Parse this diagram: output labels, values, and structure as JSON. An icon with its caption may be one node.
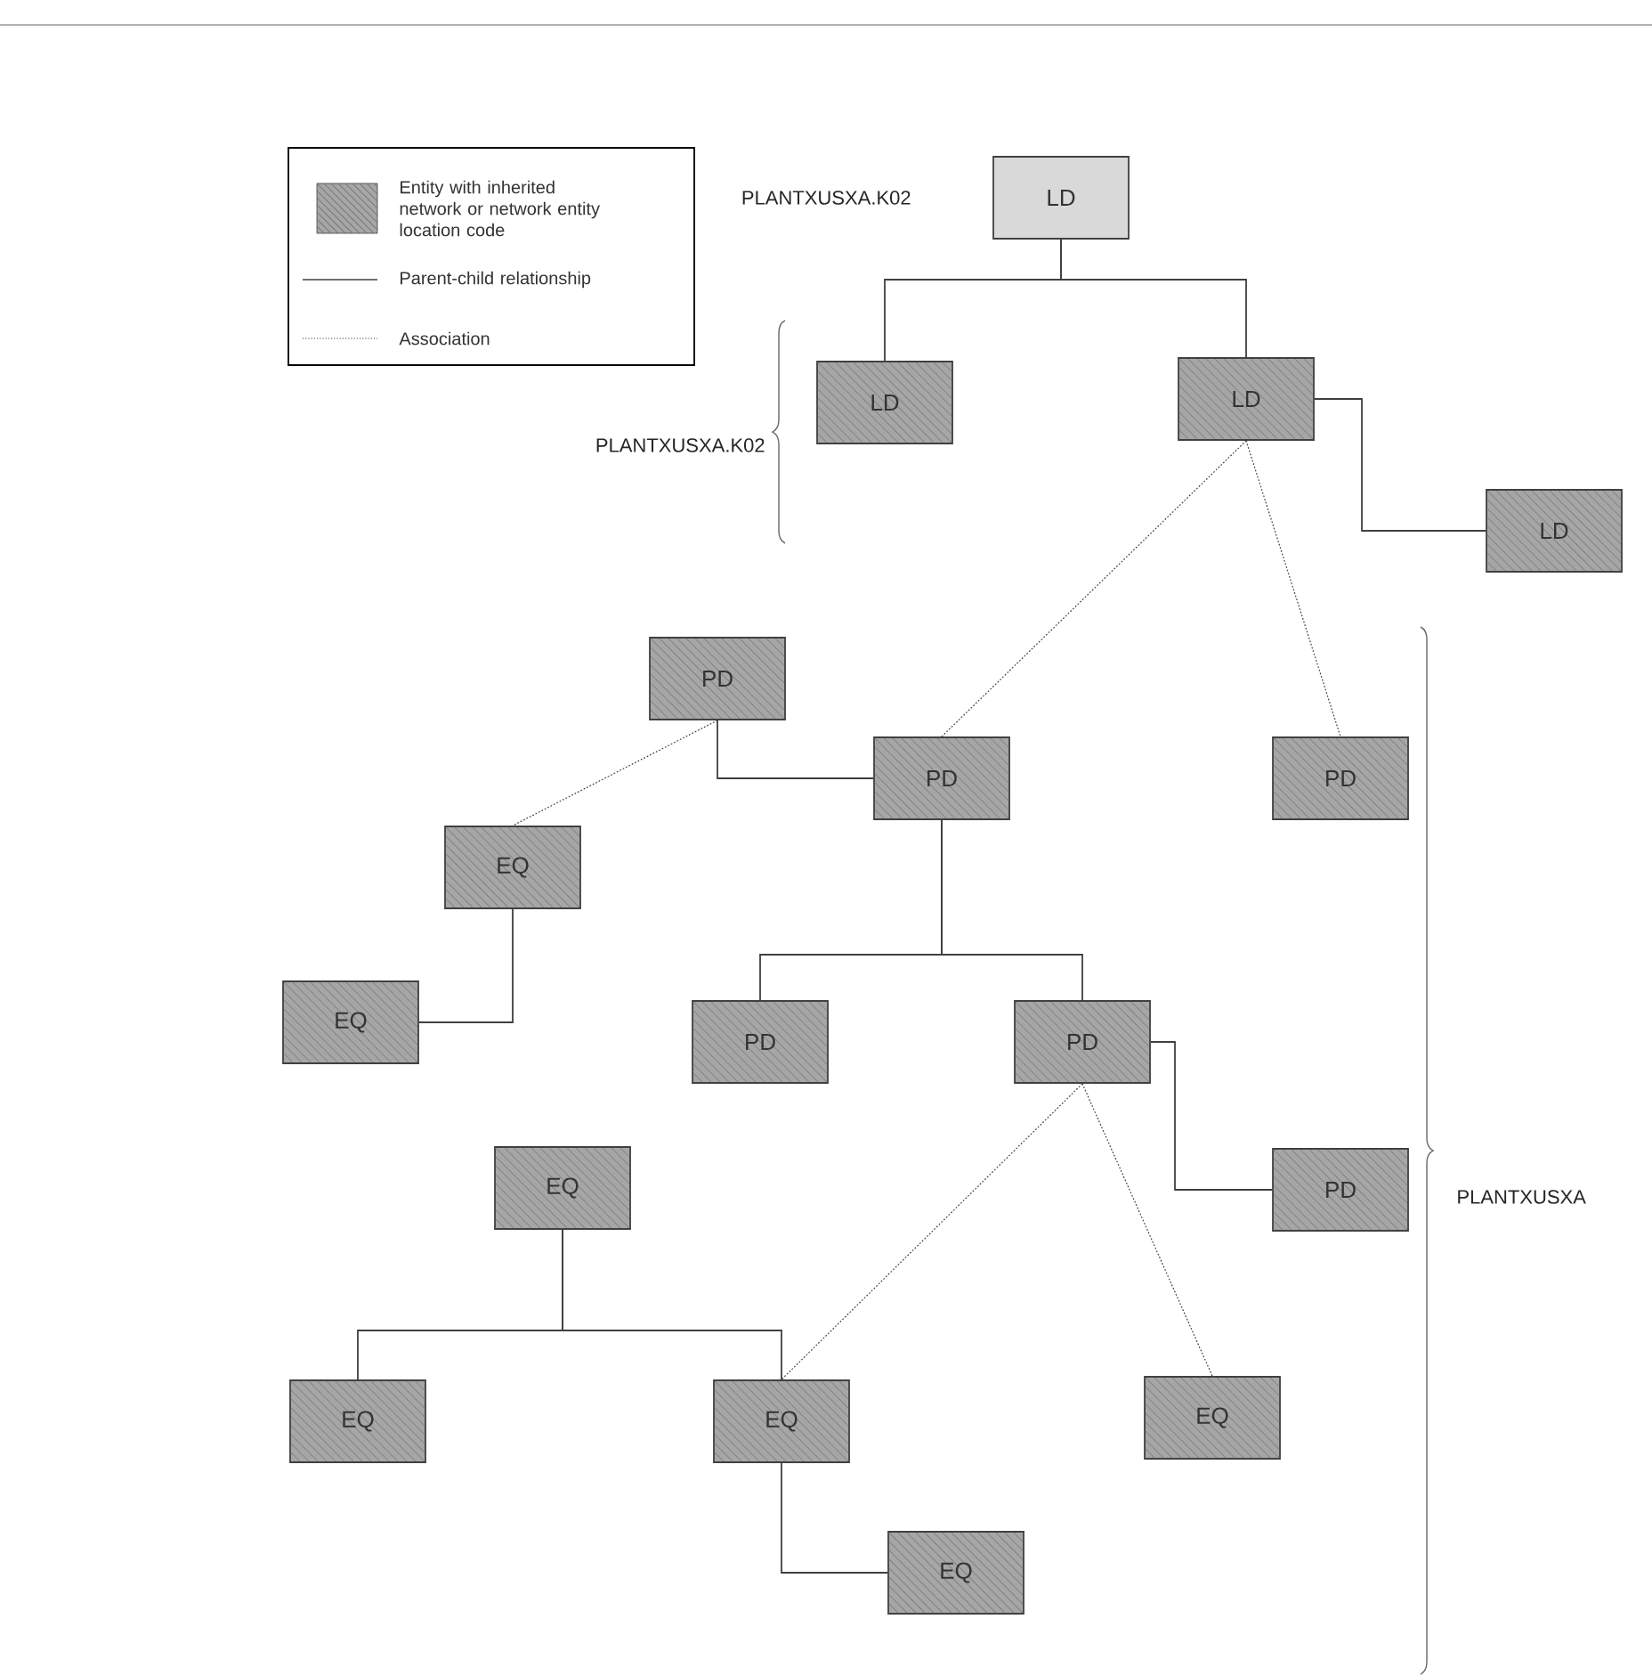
{
  "diagram": {
    "nodes": [
      {
        "text": [
          "LD"
        ]
      },
      {
        "text": [
          "LD"
        ]
      },
      {
        "text": [
          "LD"
        ]
      },
      {
        "text": [
          "LD"
        ]
      },
      {
        "text": [
          "PD"
        ]
      },
      {
        "text": [
          "PD"
        ]
      },
      {
        "text": [
          "PD"
        ]
      },
      {
        "text": [
          "EQ"
        ]
      },
      {
        "text": [
          "EQ"
        ]
      },
      {
        "text": [
          "PD"
        ]
      },
      {
        "text": [
          "PD"
        ]
      },
      {
        "text": [
          "PD"
        ]
      },
      {
        "text": [
          "EQ"
        ]
      },
      {
        "text": [
          "EQ"
        ]
      },
      {
        "text": [
          "EQ"
        ]
      },
      {
        "text": [
          "EQ"
        ]
      },
      {
        "text": [
          "EQ"
        ]
      }
    ],
    "edges": [
      {
        "from": 0,
        "to": 1,
        "arrow": "none"
      },
      {
        "from": 0,
        "to": 2,
        "arrow": "none"
      },
      {
        "from": 2,
        "to": 3,
        "arrow": "none"
      },
      {
        "from": 2,
        "to": 5,
        "arrow": "none",
        "style": "dashed"
      },
      {
        "from": 2,
        "to": 6,
        "arrow": "none",
        "style": "dashed"
      },
      {
        "from": 4,
        "to": 5,
        "arrow": "none"
      },
      {
        "from": 4,
        "to": 7,
        "arrow": "none",
        "style": "dashed"
      },
      {
        "from": 7,
        "to": 8,
        "arrow": "none"
      },
      {
        "from": 5,
        "to": 9,
        "arrow": "none"
      },
      {
        "from": 5,
        "to": 10,
        "arrow": "none"
      },
      {
        "from": 10,
        "to": 11,
        "arrow": "none"
      },
      {
        "from": 10,
        "to": 14,
        "arrow": "none",
        "style": "dashed"
      },
      {
        "from": 10,
        "to": 15,
        "arrow": "none",
        "style": "dashed"
      },
      {
        "from": 12,
        "to": 13,
        "arrow": "none"
      },
      {
        "from": 12,
        "to": 14,
        "arrow": "none"
      },
      {
        "from": 14,
        "to": 16,
        "arrow": "none"
      }
    ],
    "labels": [
      "PLANTXUSXA.K02",
      "PLANTXUSXA.K02",
      "PLANTXUSXA"
    ],
    "legend": [
      {
        "text": "Entity with inherited network or network entity location code"
      },
      {
        "text": "Parent-child relationship"
      },
      {
        "text": "Association"
      }
    ]
  }
}
